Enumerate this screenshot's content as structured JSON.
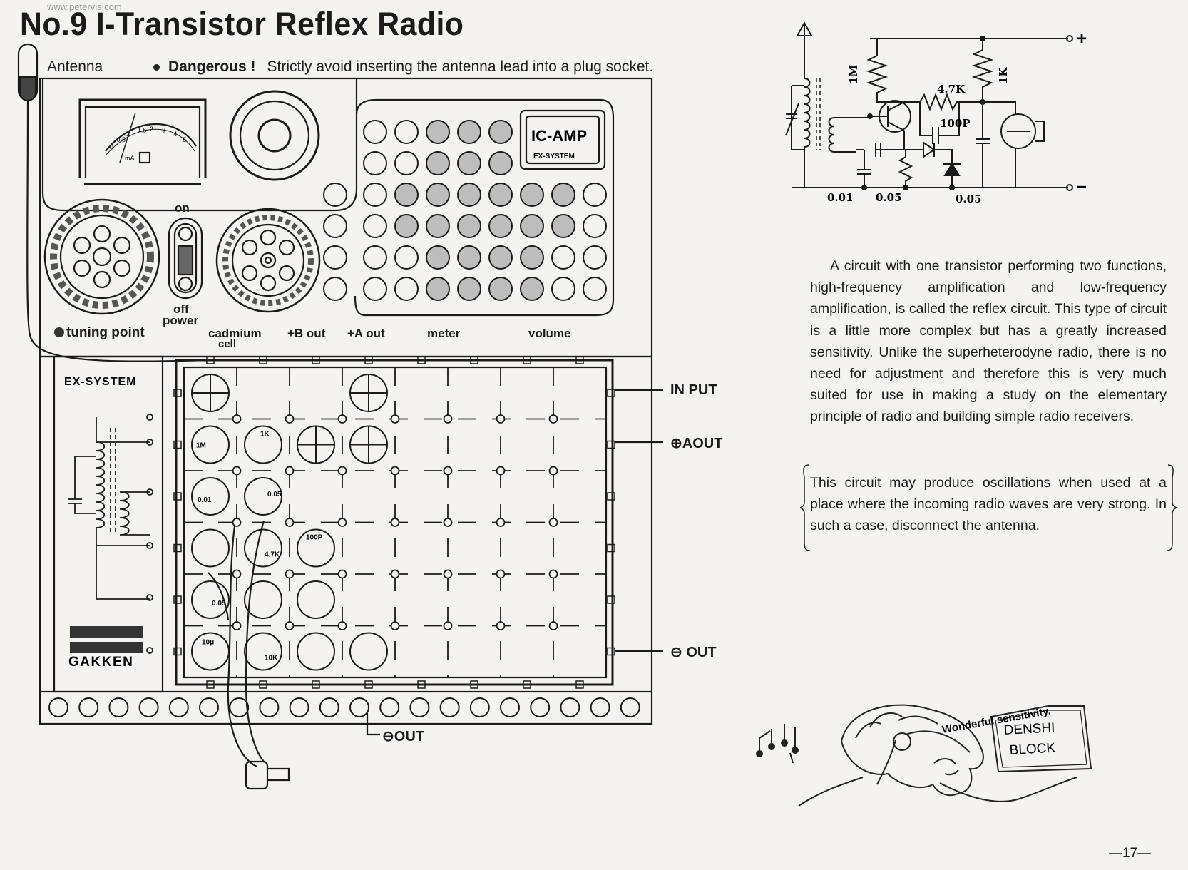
{
  "watermark": "www.petervis.com",
  "title": "No.9  I-Transistor Reflex Radio",
  "antenna_label": "Antenna",
  "warning": {
    "strong": "Dangerous !",
    "text": "Strictly avoid inserting the antenna lead into a plug socket."
  },
  "panel": {
    "ic_amp": "IC-AMP",
    "ex_system_small": "EX-SYSTEM",
    "on_label": "on",
    "off_label": "off",
    "power_label": "power",
    "tuning_point": "tuning point",
    "meter_scale": [
      "0",
      "0.5",
      "1",
      "1.5",
      "2",
      "3",
      "4",
      "5"
    ],
    "meter_unit": "mA"
  },
  "top_labels": {
    "cadmium": "cadmium",
    "cell": "cell",
    "bout": "+B out",
    "aout": "+A out",
    "meter": "meter",
    "volume": "volume"
  },
  "side_labels": {
    "input": "IN PUT",
    "aout": "AOUT",
    "out": "OUT",
    "bottom_out": "OUT"
  },
  "board": {
    "ex_system": "EX-SYSTEM",
    "brand": "GAKKEN"
  },
  "block_labels": {
    "r1m": "1M",
    "r1k": "1K",
    "c001": "0.01",
    "c005a": "0.05",
    "r47k": "4.7K",
    "c100p": "100P",
    "c005b": "0.05",
    "c10u": "10μ",
    "r10k": "10K"
  },
  "schematic": {
    "plus": "+",
    "minus": "−",
    "r1m": "1M",
    "r47k": "4.7K",
    "r1k": "1K",
    "c100p": "100P",
    "c001": "0.01",
    "c005a": "0.05",
    "c005b": "0.05"
  },
  "body_text": "A circuit with one transistor performing two functions, high-frequency amplification and low-frequency amplification, is called the reflex circuit. This type of circuit is a little more complex but has a greatly increased sensitivity. Unlike the superheterodyne radio, there is no need for adjustment and therefore this is very much suited for use in making a study on the elementary principle of radio and building simple radio receivers.",
  "note_text": "This circuit may produce oscillations when used at a place where the incoming radio waves are very strong. In such a case, disconnect the antenna.",
  "cartoon": {
    "caption": "Wonderful sensitivity.",
    "sign_line1": "DENSHI",
    "sign_line2": "BLOCK"
  },
  "page_number": "—17—"
}
